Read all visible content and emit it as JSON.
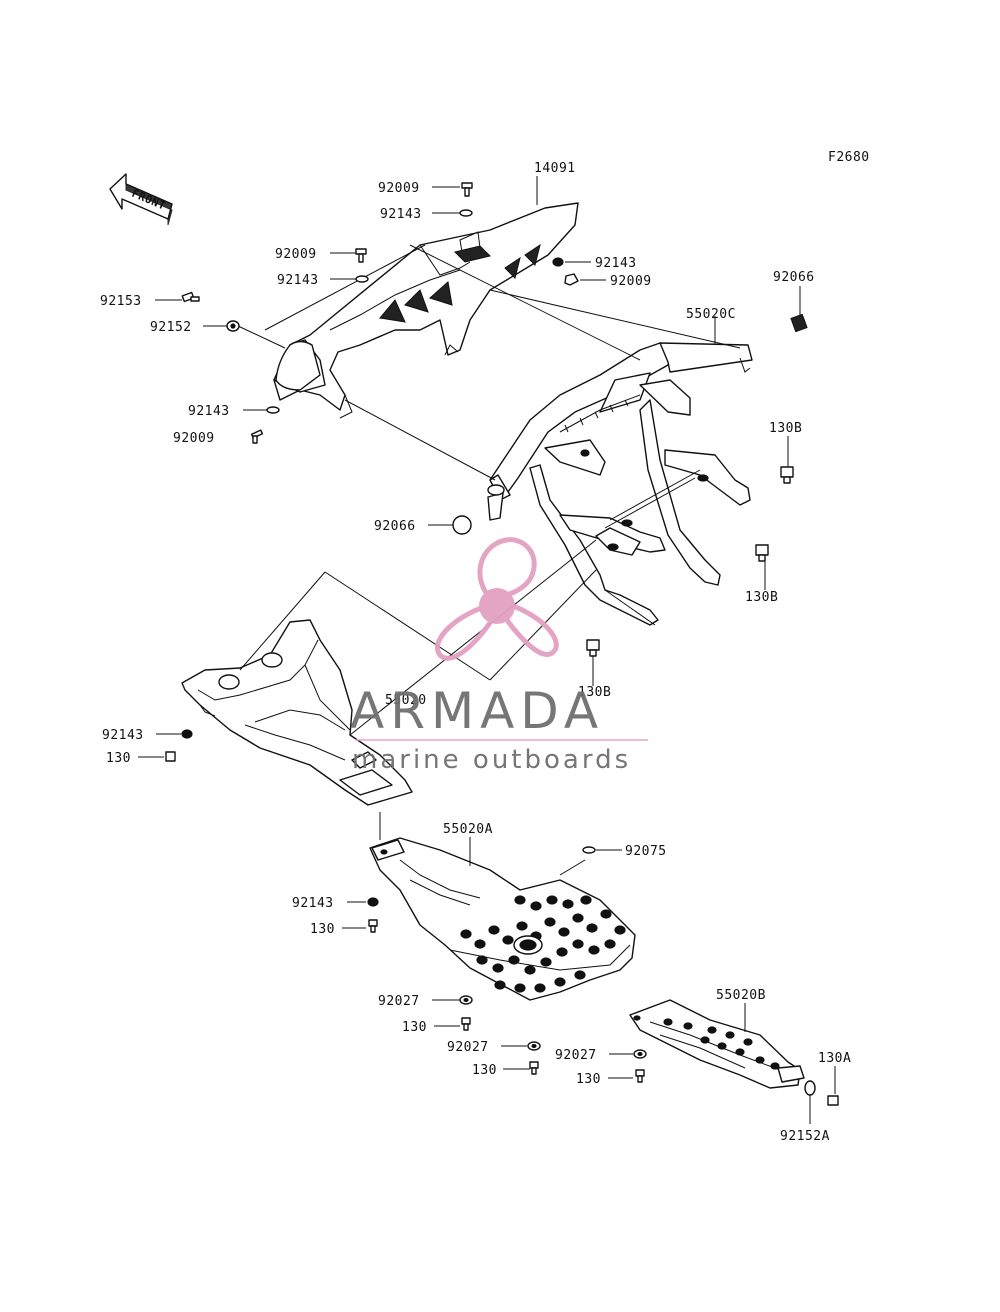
{
  "figure_code": "F2680",
  "front_arrow_label": "FRONT",
  "callouts": [
    {
      "id": "c1",
      "text": "14091"
    },
    {
      "id": "c2",
      "text": "92009"
    },
    {
      "id": "c3",
      "text": "92143"
    },
    {
      "id": "c4",
      "text": "92009"
    },
    {
      "id": "c5",
      "text": "92143"
    },
    {
      "id": "c6",
      "text": "92143"
    },
    {
      "id": "c7",
      "text": "92009"
    },
    {
      "id": "c8",
      "text": "92153"
    },
    {
      "id": "c9",
      "text": "92152"
    },
    {
      "id": "c10",
      "text": "92143"
    },
    {
      "id": "c11",
      "text": "92009"
    },
    {
      "id": "c12",
      "text": "92066"
    },
    {
      "id": "c13",
      "text": "55020C"
    },
    {
      "id": "c14",
      "text": "130B"
    },
    {
      "id": "c15",
      "text": "92066"
    },
    {
      "id": "c16",
      "text": "130B"
    },
    {
      "id": "c17",
      "text": "130B"
    },
    {
      "id": "c18",
      "text": "55020"
    },
    {
      "id": "c19",
      "text": "92143"
    },
    {
      "id": "c20",
      "text": "130"
    },
    {
      "id": "c21",
      "text": "55020A"
    },
    {
      "id": "c22",
      "text": "92075"
    },
    {
      "id": "c23",
      "text": "92143"
    },
    {
      "id": "c24",
      "text": "130"
    },
    {
      "id": "c25",
      "text": "92027"
    },
    {
      "id": "c26",
      "text": "130"
    },
    {
      "id": "c27",
      "text": "92027"
    },
    {
      "id": "c28",
      "text": "130"
    },
    {
      "id": "c29",
      "text": "55020B"
    },
    {
      "id": "c30",
      "text": "92027"
    },
    {
      "id": "c31",
      "text": "130"
    },
    {
      "id": "c32",
      "text": "130A"
    },
    {
      "id": "c33",
      "text": "92152A"
    }
  ],
  "watermark": {
    "name": "ARMADA",
    "tagline": "marine outboards",
    "color": "#e3a1c2",
    "text_color": "#6f6f6f"
  }
}
